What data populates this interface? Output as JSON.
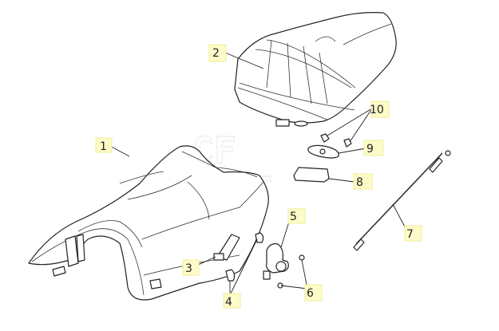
{
  "diagram": {
    "watermark": "CFMOTO",
    "callouts": [
      {
        "id": "1",
        "part": "front-seat"
      },
      {
        "id": "2",
        "part": "rear-seat"
      },
      {
        "id": "3",
        "part": "hinge-bracket"
      },
      {
        "id": "4",
        "part": "bolts"
      },
      {
        "id": "5",
        "part": "seat-lock"
      },
      {
        "id": "6",
        "part": "screws"
      },
      {
        "id": "7",
        "part": "lock-cable"
      },
      {
        "id": "8",
        "part": "seat-catch"
      },
      {
        "id": "9",
        "part": "gasket-plate"
      },
      {
        "id": "10",
        "part": "rear-seat-bolts"
      }
    ],
    "label_color": "#fdfbc8"
  }
}
